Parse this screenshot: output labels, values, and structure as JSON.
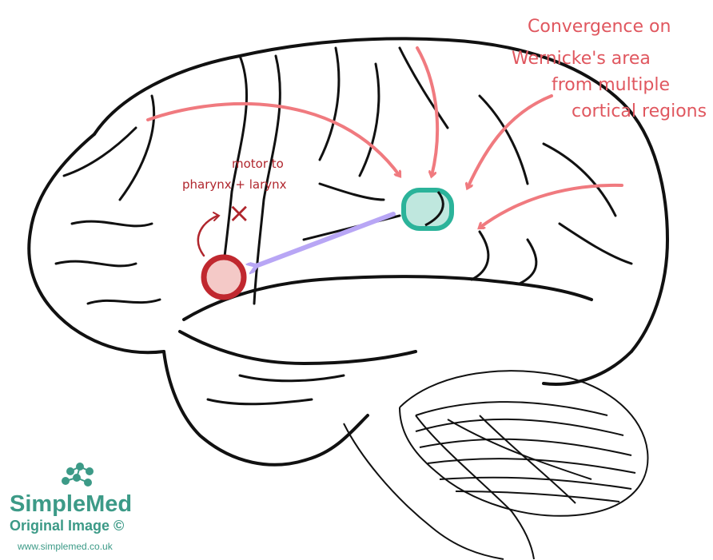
{
  "annotations": {
    "convergence_lines": [
      "Convergence on",
      "Wernicke's area",
      "from multiple",
      "cortical regions"
    ],
    "motor_lines": [
      "motor to",
      "pharynx + larynx"
    ],
    "cross_mark": "×"
  },
  "logo": {
    "brand": "SimpleMed",
    "subtitle": "Original Image ©",
    "url": "www.simplemed.co.uk"
  },
  "colors": {
    "arrow_salmon": "#f07a7f",
    "wernicke_teal": "#2bb39a",
    "broca_red": "#c0282f",
    "fasciculus_lilac": "#b8a6f5",
    "logo_green": "#3c9a87"
  },
  "regions": {
    "wernicke": "wernicke-area-marker",
    "broca": "broca-area-marker"
  }
}
